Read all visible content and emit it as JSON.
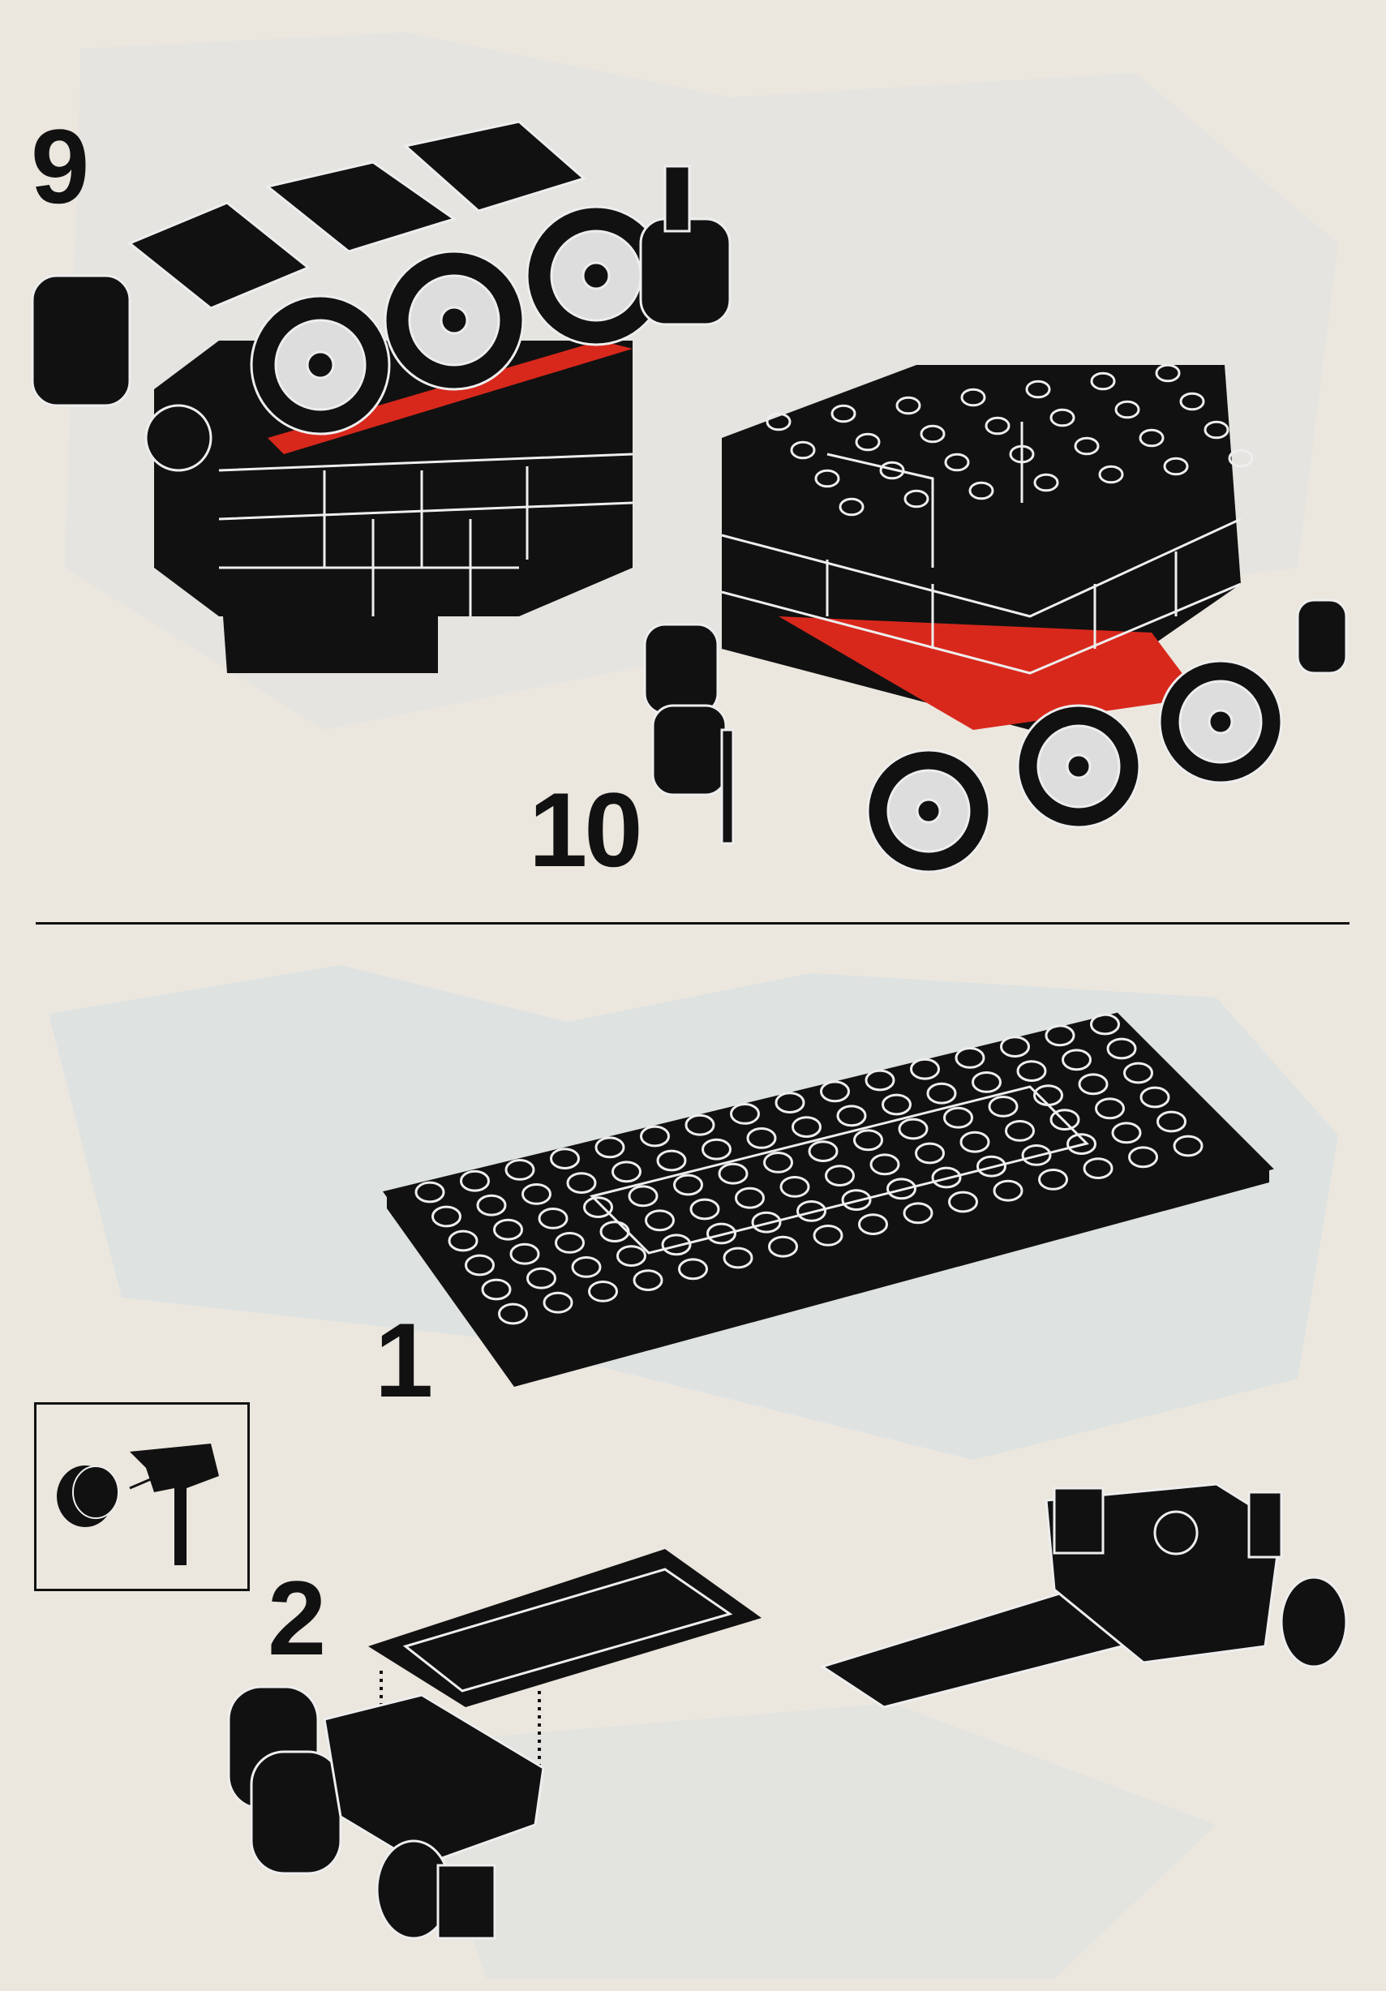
{
  "steps": {
    "step_9": "9",
    "step_10": "10",
    "step_1": "1",
    "step_2": "2"
  },
  "colors": {
    "paper": "#ebe7df",
    "ink": "#111111",
    "accent_red": "#d8281c",
    "ghost": "#dbe2e2"
  }
}
